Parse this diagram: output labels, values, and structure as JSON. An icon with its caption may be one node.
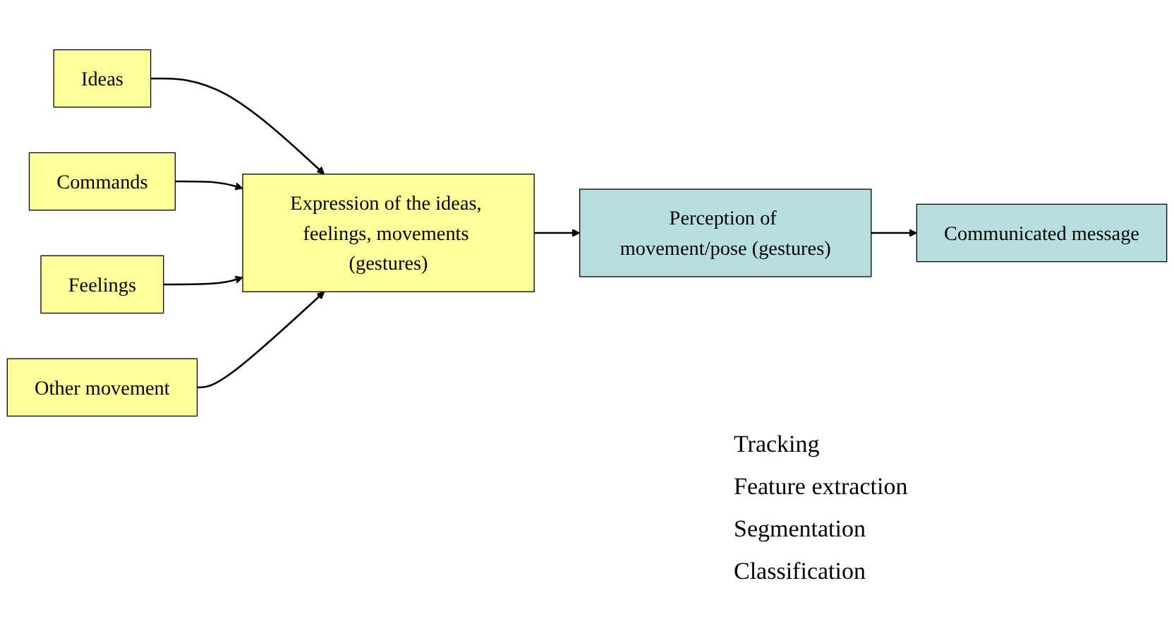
{
  "diagram": {
    "nodes": [
      {
        "text": [
          "Ideas"
        ]
      },
      {
        "text": [
          "Commands"
        ]
      },
      {
        "text": [
          "Feelings"
        ]
      },
      {
        "text": [
          "Expression of the ideas, feelings, movements (gestures)"
        ]
      },
      {
        "text": [
          "Other movement"
        ]
      },
      {
        "text": [
          "Perception of movement/pose (gestures)"
        ]
      },
      {
        "text": [
          "Communicated message"
        ]
      }
    ],
    "edges": [
      {
        "from": 0,
        "to": 3,
        "arrow": "to"
      },
      {
        "from": 1,
        "to": 3,
        "arrow": "to"
      },
      {
        "from": 2,
        "to": 3,
        "arrow": "to"
      },
      {
        "from": 4,
        "to": 3,
        "arrow": "to"
      },
      {
        "from": 3,
        "to": 5,
        "arrow": "to"
      },
      {
        "from": 5,
        "to": 6,
        "arrow": "to"
      }
    ],
    "labels": [
      "Tracking",
      "Feature extraction",
      "Segmentation",
      "Classification"
    ]
  }
}
